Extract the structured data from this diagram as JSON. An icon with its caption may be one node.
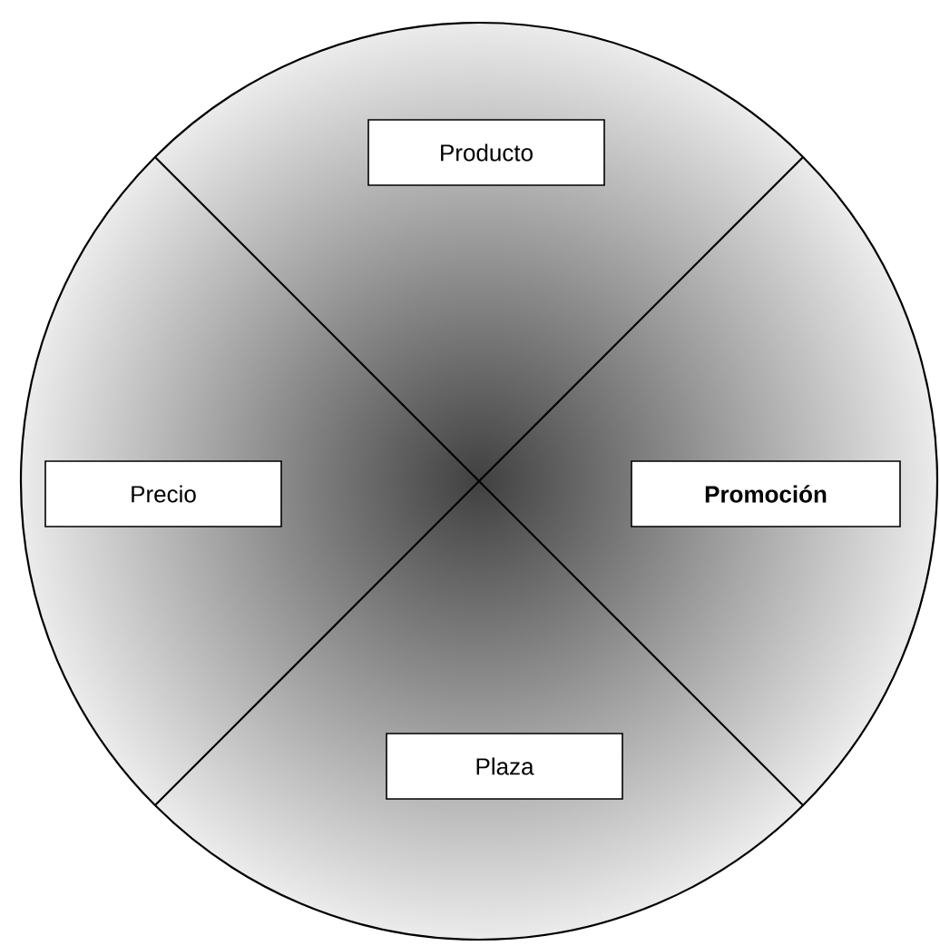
{
  "diagram": {
    "nodes": [
      {
        "text": [
          "Producto"
        ]
      },
      {
        "text": [
          "Precio"
        ]
      },
      {
        "text": [
          "Promoción"
        ]
      },
      {
        "text": [
          "Plaza"
        ]
      }
    ]
  }
}
